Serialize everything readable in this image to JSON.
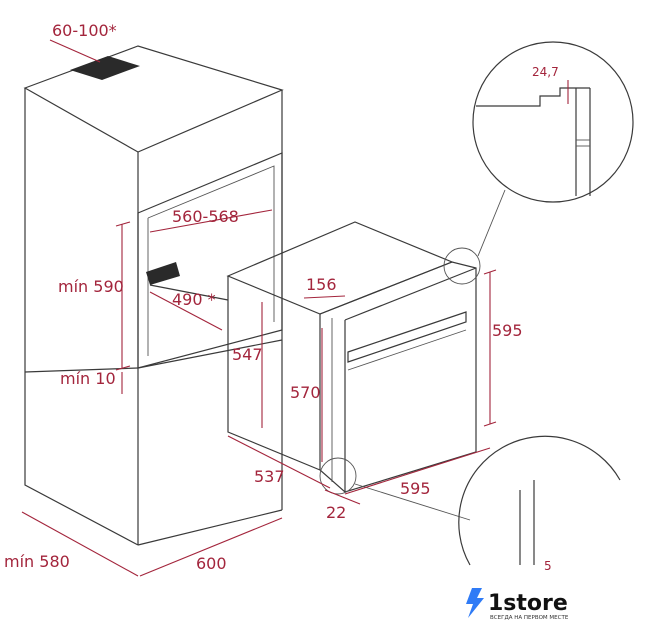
{
  "dimensions": {
    "ventilation_top": "60-100*",
    "cavity_width": "560-568",
    "cavity_height_min": "mín 590",
    "shelf_depth": "490 *",
    "gap_min": "mín 10",
    "cabinet_depth_min": "mín 580",
    "cabinet_width": "600",
    "oven_top_depth": "156",
    "oven_body_height": "547",
    "oven_front_height": "570",
    "oven_total_height": "595",
    "oven_depth": "537",
    "oven_width": "595",
    "door_offset": "22",
    "detail_top_gap": "24,7",
    "detail_bottom_gap": "5"
  },
  "brand": {
    "name": "1store",
    "tagline": "ВСЕГДА НА ПЕРВОМ МЕСТЕ",
    "accent_color": "#2f7bf6"
  },
  "colors": {
    "dimension": "#a3253c",
    "outline": "#3a3a3a",
    "vent_fill": "#2a2a2a"
  }
}
